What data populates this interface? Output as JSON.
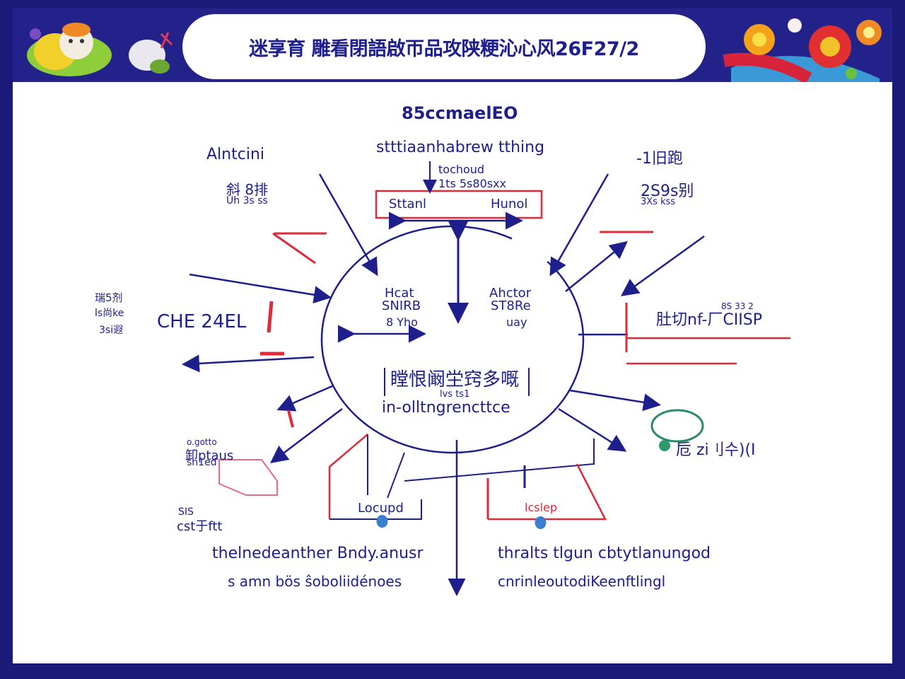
{
  "header": {
    "title": "迷享育 雕看閉語啟帀品攻陕粳沁心风26F27/2"
  },
  "diagram": {
    "top_label": "85ccmaelEO",
    "top_subtitle": "stttiaanhabrew tthing",
    "top_note_line1": "tochoud",
    "top_note_line2": "1ts 5s80sxx",
    "box_left": "Sttanl",
    "box_right": "Hunol",
    "center_left_line1": "Hcat",
    "center_left_line2": "SNIRB",
    "center_left_line3": "8 Yho",
    "center_right_line1": "Ahctor",
    "center_right_line2": "ST8Re",
    "center_right_line3": "uay",
    "center_title": "瞠恨阚坣窍多嘅",
    "center_sub": "lvs ts1",
    "center_caption": "in-olltngrencttce",
    "top_left_label": "Alntcini",
    "top_left_sub1": "斜 8排",
    "top_left_sub2": "Uh 3s ss",
    "top_right_label": "-1旧跑",
    "top_right_sub1": "2S9s别",
    "top_right_sub2": "3Xs kss",
    "left_small1": "瑞5剂",
    "left_small2": "ls尚ke",
    "left_small3": "3si遐",
    "left_main": "CHE 24EL",
    "right_small": "8S 33 2",
    "right_main": "肚切nf-厂CIISP",
    "right_lower": "卮 zi刂수)(I",
    "left_lower1": "o.gotto",
    "left_lower2": "卸ptaus",
    "left_lower3": "sn1ed",
    "left_lower4": "SIS",
    "left_lower5": "cst于ftt",
    "bottom_left_box": "Locupd",
    "bottom_right_box": "lcslep",
    "bottom_left_line1": "thelnedeanther Bndy.anusr",
    "bottom_left_line2": "s amn bös ŝoboliidénoes",
    "bottom_right_line1": "thralts tlgun cbtytlanungod",
    "bottom_right_line2": "cnrinleoutodiKeenftlingl"
  },
  "colors": {
    "navy": "#1e1e8c",
    "red": "#e02a3a",
    "teal": "#2a8a6a",
    "blue_drop": "#3b7fd0",
    "frame": "#1a1a78"
  },
  "icons": {
    "header_left": "cartoon-animal-icon",
    "header_right": "flower-cluster-icon"
  }
}
